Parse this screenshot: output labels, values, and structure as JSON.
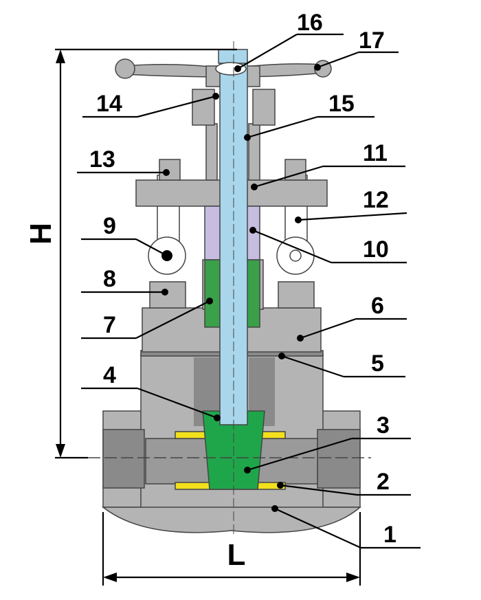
{
  "diagram": {
    "dimensions": {
      "height": "H",
      "length": "L"
    },
    "part_numbers": [
      "1",
      "2",
      "3",
      "4",
      "5",
      "6",
      "7",
      "8",
      "9",
      "10",
      "11",
      "12",
      "13",
      "14",
      "15",
      "16",
      "17"
    ],
    "colors": {
      "body": "#b4b4b4",
      "body_dark": "#8a8a8a",
      "stem": "#a9d6ea",
      "wedge": "#1fa64a",
      "packing_lower": "#3aa04a",
      "packing_upper": "#c6bde0",
      "seat": "#f2e01c",
      "outline": "#444444"
    }
  }
}
